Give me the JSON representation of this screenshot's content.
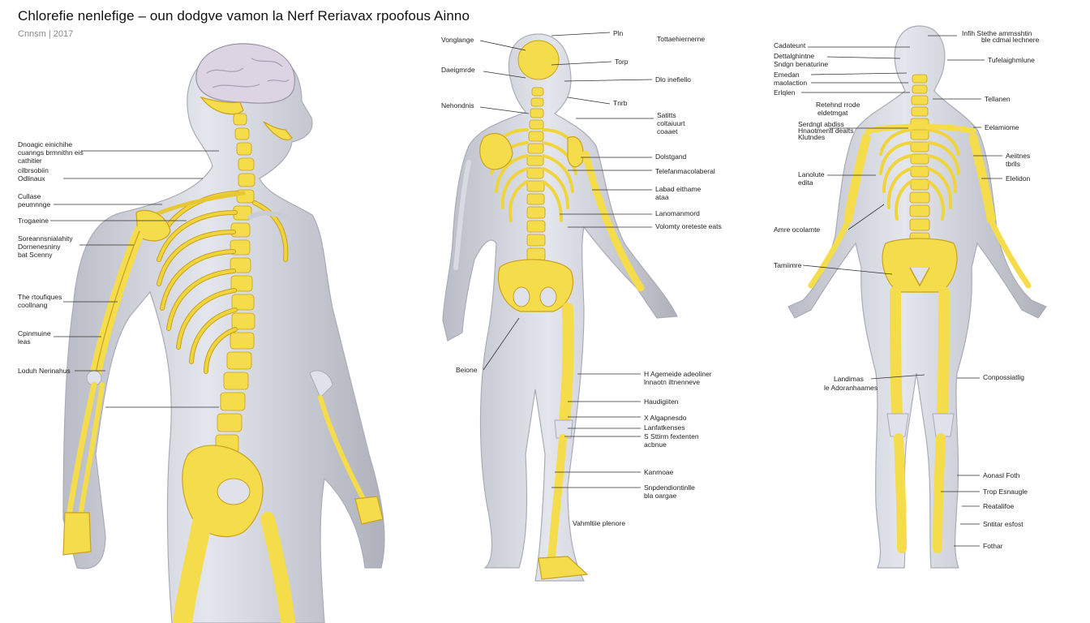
{
  "header": {
    "title": "Chlorefie nenlefige – oun dodgve vamon la Nerf Reriavax rpoofous Ainno",
    "subtitle": "Cnnsm | 2017"
  },
  "colors": {
    "bone": "#f5dc4a",
    "bone_outline": "#caa21e",
    "skin_light": "#e3e5ec",
    "skin_dark": "#aeb1bb",
    "brain": "#dcd4e3",
    "label_text": "#222222"
  },
  "figures": [
    {
      "id": "side-view",
      "labels": [
        "Dnoagic einichihe",
        "cuanngs brmnithn eis",
        "cathitier",
        "cilbrsobiin",
        "Odlinaux",
        "Cullase",
        "peumnnge",
        "Trogaeine",
        "Soreannsnialahity",
        "Dornenesniny",
        "bat Scenny",
        "The rtoufiques",
        "coollnang",
        "Cpinmuine",
        "leas",
        "Loduh Nerinahus"
      ]
    },
    {
      "id": "back-view-angled",
      "labels": [
        "Pln",
        "Tottaehiernerne",
        "Vonglange",
        "Torp",
        "Daeigmrde",
        "Dlo inefiello",
        "Tnrb",
        "Nehondnis",
        "Satitts",
        "coltaiuurt",
        "coaaet",
        "Dolstgand",
        "Telefanmacolaberal",
        "Labad eithame",
        "ataa",
        "Lanomanmord",
        "Volomty oreteste eats",
        "Beione",
        "H Agemeide adeoliner",
        "lnnaotn iltnenneve",
        "Haudigiiten",
        "X Algapnesdo",
        "Lanfatkenses",
        "S Sttirm fextenten",
        "acbnue",
        "Kanmoae",
        "Snpdendiontinlle",
        "bla oargae",
        "Vahmltiie plenore"
      ]
    },
    {
      "id": "posterior-view",
      "labels": [
        "Cadateunt",
        "Dettalghintne",
        "Sndgn benaturine",
        "Emedan",
        "maolaction",
        "Erlqlen",
        "Infih Stethe ammsshtin",
        "ble cdmai lechnere",
        "Tufelaighmlune",
        "Retehnd rrode",
        "eldetmgat",
        "Serdngt abdiss",
        "Hnaotmentl dealts",
        "Klutndes",
        "Tellanen",
        "Eelamiome",
        "Lanolute",
        "edita",
        "Aeiitnes",
        "tbrlls",
        "Elelidon",
        "Amre ocolamte",
        "Tamiimre",
        "Landimas",
        "le Adoranhaames",
        "Conpossiatlig",
        "Aonasl Foth",
        "Trop Esnaugle",
        "Reatalifoe",
        "Sntitar esfost",
        "Fothar"
      ]
    }
  ]
}
